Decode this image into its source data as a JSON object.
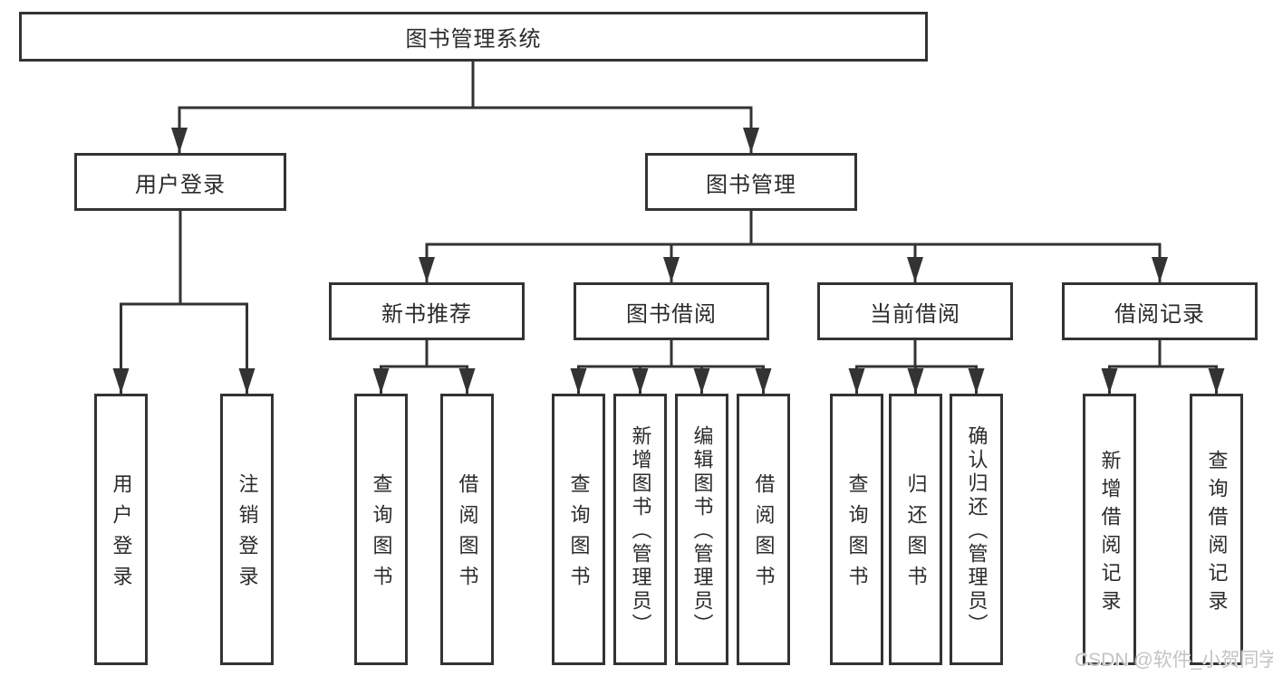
{
  "diagram": {
    "title": {
      "label": "图书管理系统"
    },
    "level2": [
      {
        "id": "user-login",
        "label": "用户登录"
      },
      {
        "id": "book-management",
        "label": "图书管理"
      }
    ],
    "level3": [
      {
        "id": "new-book-recommend",
        "label": "新书推荐"
      },
      {
        "id": "book-borrowing",
        "label": "图书借阅"
      },
      {
        "id": "current-borrowing",
        "label": "当前借阅"
      },
      {
        "id": "borrowing-records",
        "label": "借阅记录"
      }
    ],
    "leaves": {
      "user_login": [
        "用户登录",
        "注销登录"
      ],
      "new_book_recommend": [
        "查询图书",
        "借阅图书"
      ],
      "book_borrowing": [
        "查询图书",
        "新增图书（管理员）",
        "编辑图书（管理员）",
        "借阅图书"
      ],
      "current_borrowing": [
        "查询图书",
        "归还图书",
        "确认归还（管理员）"
      ],
      "borrowing_records": [
        "新增借阅记录",
        "查询借阅记录"
      ]
    },
    "watermark": "CSDN @软件_小贺同学",
    "colors": {
      "line": "#333333",
      "border": "#333333",
      "text": "#2b2b2b",
      "watermark": "#c3c3c3",
      "background": "#ffffff"
    }
  }
}
